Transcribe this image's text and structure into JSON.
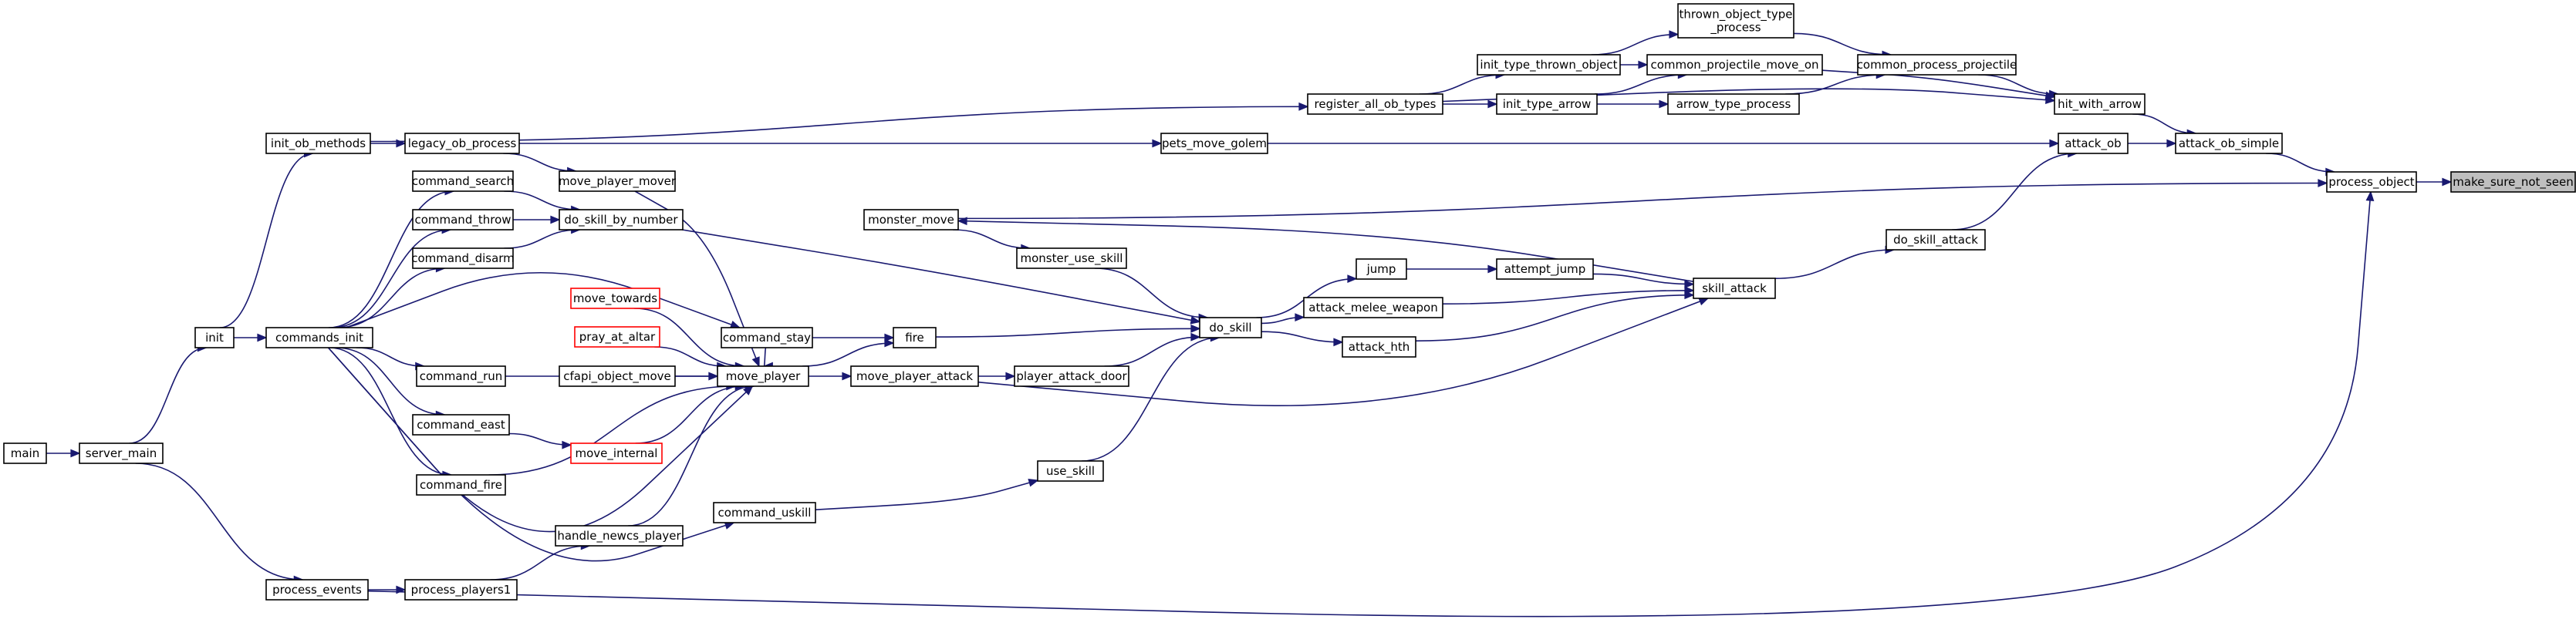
{
  "graph": {
    "nodes": [
      {
        "id": "make_sure_not_seen",
        "lines": [
          "make_sure_not_seen"
        ],
        "style": "root"
      },
      {
        "id": "process_object",
        "lines": [
          "process_object"
        ]
      },
      {
        "id": "attack_ob_simple",
        "lines": [
          "attack_ob_simple"
        ]
      },
      {
        "id": "attack_ob",
        "lines": [
          "attack_ob"
        ]
      },
      {
        "id": "hit_with_arrow",
        "lines": [
          "hit_with_arrow"
        ]
      },
      {
        "id": "common_process_projectile",
        "lines": [
          "common_process_projectile"
        ]
      },
      {
        "id": "thrown_object_type_process",
        "lines": [
          "thrown_object_type",
          "_process"
        ]
      },
      {
        "id": "common_projectile_move_on",
        "lines": [
          "common_projectile_move_on"
        ]
      },
      {
        "id": "arrow_type_process",
        "lines": [
          "arrow_type_process"
        ]
      },
      {
        "id": "init_type_thrown_object",
        "lines": [
          "init_type_thrown_object"
        ]
      },
      {
        "id": "init_type_arrow",
        "lines": [
          "init_type_arrow"
        ]
      },
      {
        "id": "register_all_ob_types",
        "lines": [
          "register_all_ob_types"
        ]
      },
      {
        "id": "pets_move_golem",
        "lines": [
          "pets_move_golem"
        ]
      },
      {
        "id": "legacy_ob_process",
        "lines": [
          "legacy_ob_process"
        ]
      },
      {
        "id": "init_ob_methods",
        "lines": [
          "init_ob_methods"
        ]
      },
      {
        "id": "do_skill_attack",
        "lines": [
          "do_skill_attack"
        ]
      },
      {
        "id": "skill_attack",
        "lines": [
          "skill_attack"
        ]
      },
      {
        "id": "monster_move",
        "lines": [
          "monster_move"
        ]
      },
      {
        "id": "attempt_jump",
        "lines": [
          "attempt_jump"
        ]
      },
      {
        "id": "jump",
        "lines": [
          "jump"
        ]
      },
      {
        "id": "attack_melee_weapon",
        "lines": [
          "attack_melee_weapon"
        ]
      },
      {
        "id": "attack_hth",
        "lines": [
          "attack_hth"
        ]
      },
      {
        "id": "do_skill",
        "lines": [
          "do_skill"
        ]
      },
      {
        "id": "monster_use_skill",
        "lines": [
          "monster_use_skill"
        ]
      },
      {
        "id": "fire",
        "lines": [
          "fire"
        ]
      },
      {
        "id": "player_attack_door",
        "lines": [
          "player_attack_door"
        ]
      },
      {
        "id": "use_skill",
        "lines": [
          "use_skill"
        ]
      },
      {
        "id": "move_player_attack",
        "lines": [
          "move_player_attack"
        ]
      },
      {
        "id": "move_player",
        "lines": [
          "move_player"
        ]
      },
      {
        "id": "command_stay",
        "lines": [
          "command_stay"
        ]
      },
      {
        "id": "do_skill_by_number",
        "lines": [
          "do_skill_by_number"
        ]
      },
      {
        "id": "move_player_mover",
        "lines": [
          "move_player_mover"
        ]
      },
      {
        "id": "command_search",
        "lines": [
          "command_search"
        ]
      },
      {
        "id": "command_throw",
        "lines": [
          "command_throw"
        ]
      },
      {
        "id": "command_disarm",
        "lines": [
          "command_disarm"
        ]
      },
      {
        "id": "move_towards",
        "lines": [
          "move_towards"
        ],
        "style": "linkless"
      },
      {
        "id": "pray_at_altar",
        "lines": [
          "pray_at_altar"
        ],
        "style": "linkless"
      },
      {
        "id": "cfapi_object_move",
        "lines": [
          "cfapi_object_move"
        ]
      },
      {
        "id": "move_internal",
        "lines": [
          "move_internal"
        ],
        "style": "linkless"
      },
      {
        "id": "command_run",
        "lines": [
          "command_run"
        ]
      },
      {
        "id": "command_east",
        "lines": [
          "command_east"
        ]
      },
      {
        "id": "command_fire",
        "lines": [
          "command_fire"
        ]
      },
      {
        "id": "commands_init",
        "lines": [
          "commands_init"
        ]
      },
      {
        "id": "init",
        "lines": [
          "init"
        ]
      },
      {
        "id": "server_main",
        "lines": [
          "server_main"
        ]
      },
      {
        "id": "main",
        "lines": [
          "main"
        ]
      },
      {
        "id": "process_events",
        "lines": [
          "process_events"
        ]
      },
      {
        "id": "process_players1",
        "lines": [
          "process_players1"
        ]
      },
      {
        "id": "handle_newcs_player",
        "lines": [
          "handle_newcs_player"
        ]
      },
      {
        "id": "command_uskill",
        "lines": [
          "command_uskill"
        ]
      }
    ],
    "edges": [
      [
        "process_object",
        "make_sure_not_seen"
      ],
      [
        "attack_ob_simple",
        "process_object"
      ],
      [
        "monster_move",
        "process_object"
      ],
      [
        "process_events",
        "process_object"
      ],
      [
        "attack_ob",
        "attack_ob_simple"
      ],
      [
        "hit_with_arrow",
        "attack_ob_simple"
      ],
      [
        "pets_move_golem",
        "attack_ob"
      ],
      [
        "do_skill_attack",
        "attack_ob"
      ],
      [
        "common_process_projectile",
        "hit_with_arrow"
      ],
      [
        "common_projectile_move_on",
        "hit_with_arrow"
      ],
      [
        "register_all_ob_types",
        "hit_with_arrow"
      ],
      [
        "thrown_object_type_process",
        "common_process_projectile"
      ],
      [
        "arrow_type_process",
        "common_process_projectile"
      ],
      [
        "init_type_thrown_object",
        "thrown_object_type_process"
      ],
      [
        "init_type_thrown_object",
        "common_projectile_move_on"
      ],
      [
        "init_type_arrow",
        "common_projectile_move_on"
      ],
      [
        "init_type_arrow",
        "arrow_type_process"
      ],
      [
        "register_all_ob_types",
        "init_type_thrown_object"
      ],
      [
        "register_all_ob_types",
        "init_type_arrow"
      ],
      [
        "init_ob_methods",
        "register_all_ob_types"
      ],
      [
        "legacy_ob_process",
        "pets_move_golem"
      ],
      [
        "init_ob_methods",
        "legacy_ob_process"
      ],
      [
        "init",
        "init_ob_methods"
      ],
      [
        "skill_attack",
        "do_skill_attack"
      ],
      [
        "skill_attack",
        "monster_move"
      ],
      [
        "attempt_jump",
        "skill_attack"
      ],
      [
        "attack_melee_weapon",
        "skill_attack"
      ],
      [
        "attack_hth",
        "skill_attack"
      ],
      [
        "move_player_attack",
        "skill_attack"
      ],
      [
        "jump",
        "attempt_jump"
      ],
      [
        "do_skill",
        "jump"
      ],
      [
        "do_skill",
        "attack_melee_weapon"
      ],
      [
        "do_skill",
        "attack_hth"
      ],
      [
        "monster_use_skill",
        "do_skill"
      ],
      [
        "fire",
        "do_skill"
      ],
      [
        "player_attack_door",
        "do_skill"
      ],
      [
        "use_skill",
        "do_skill"
      ],
      [
        "do_skill_by_number",
        "do_skill"
      ],
      [
        "monster_move",
        "monster_use_skill"
      ],
      [
        "command_stay",
        "fire"
      ],
      [
        "move_player",
        "fire"
      ],
      [
        "move_player_attack",
        "player_attack_door"
      ],
      [
        "command_uskill",
        "use_skill"
      ],
      [
        "move_player",
        "move_player_attack"
      ],
      [
        "move_player_mover",
        "move_player"
      ],
      [
        "command_stay",
        "move_player"
      ],
      [
        "move_towards",
        "move_player"
      ],
      [
        "pray_at_altar",
        "move_player"
      ],
      [
        "cfapi_object_move",
        "move_player"
      ],
      [
        "command_run",
        "move_player"
      ],
      [
        "move_internal",
        "move_player"
      ],
      [
        "command_fire",
        "move_player"
      ],
      [
        "handle_newcs_player",
        "move_player"
      ],
      [
        "commands_init",
        "move_player"
      ],
      [
        "commands_init",
        "command_stay"
      ],
      [
        "command_search",
        "do_skill_by_number"
      ],
      [
        "command_throw",
        "do_skill_by_number"
      ],
      [
        "command_disarm",
        "do_skill_by_number"
      ],
      [
        "legacy_ob_process",
        "move_player_mover"
      ],
      [
        "commands_init",
        "command_search"
      ],
      [
        "commands_init",
        "command_throw"
      ],
      [
        "commands_init",
        "command_disarm"
      ],
      [
        "command_east",
        "move_internal"
      ],
      [
        "commands_init",
        "command_run"
      ],
      [
        "commands_init",
        "command_east"
      ],
      [
        "commands_init",
        "command_fire"
      ],
      [
        "commands_init",
        "command_uskill"
      ],
      [
        "init",
        "commands_init"
      ],
      [
        "server_main",
        "init"
      ],
      [
        "main",
        "server_main"
      ],
      [
        "server_main",
        "process_events"
      ],
      [
        "process_events",
        "process_players1"
      ],
      [
        "process_players1",
        "handle_newcs_player"
      ]
    ]
  }
}
